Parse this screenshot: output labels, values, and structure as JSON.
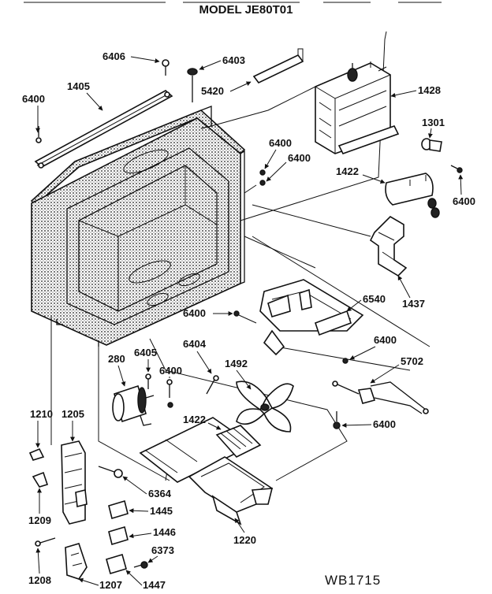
{
  "header": {
    "model": "MODEL JE80T01"
  },
  "footer": {
    "code": "WB1715"
  },
  "parts": [
    {
      "id": "p6406",
      "label": "6406"
    },
    {
      "id": "p6403",
      "label": "6403"
    },
    {
      "id": "p5420",
      "label": "5420"
    },
    {
      "id": "p1428",
      "label": "1428"
    },
    {
      "id": "p6400a",
      "label": "6400"
    },
    {
      "id": "p1405",
      "label": "1405"
    },
    {
      "id": "p1301",
      "label": "1301"
    },
    {
      "id": "p6400b",
      "label": "6400"
    },
    {
      "id": "p6400c",
      "label": "6400"
    },
    {
      "id": "p1422a",
      "label": "1422"
    },
    {
      "id": "p6400d",
      "label": "6400"
    },
    {
      "id": "p1437",
      "label": "1437"
    },
    {
      "id": "p6540",
      "label": "6540"
    },
    {
      "id": "p6400e",
      "label": "6400"
    },
    {
      "id": "p6400f",
      "label": "6400"
    },
    {
      "id": "p5702",
      "label": "5702"
    },
    {
      "id": "p6400g",
      "label": "6400"
    },
    {
      "id": "p6404",
      "label": "6404"
    },
    {
      "id": "p6405",
      "label": "6405"
    },
    {
      "id": "p280",
      "label": "280"
    },
    {
      "id": "p6400h",
      "label": "6400"
    },
    {
      "id": "p1492",
      "label": "1492"
    },
    {
      "id": "p1422b",
      "label": "1422"
    },
    {
      "id": "p1210",
      "label": "1210"
    },
    {
      "id": "p1205",
      "label": "1205"
    },
    {
      "id": "p6364",
      "label": "6364"
    },
    {
      "id": "p1445",
      "label": "1445"
    },
    {
      "id": "p1209",
      "label": "1209"
    },
    {
      "id": "p1446",
      "label": "1446"
    },
    {
      "id": "p1220",
      "label": "1220"
    },
    {
      "id": "p6373",
      "label": "6373"
    },
    {
      "id": "p1208",
      "label": "1208"
    },
    {
      "id": "p1207",
      "label": "1207"
    },
    {
      "id": "p1447",
      "label": "1447"
    }
  ]
}
